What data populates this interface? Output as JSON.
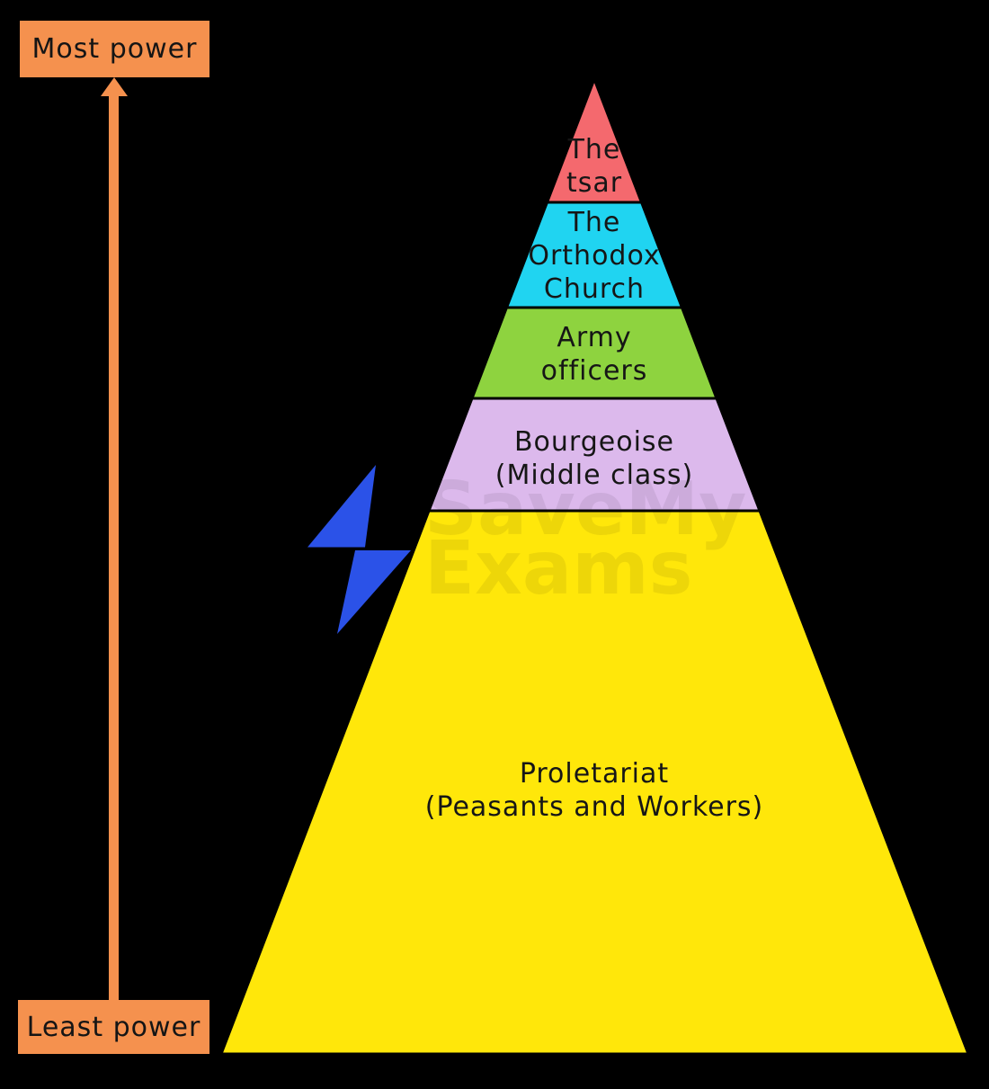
{
  "canvas": {
    "background": "#000000"
  },
  "power_scale": {
    "most_label": "Most power",
    "least_label": "Least power",
    "box_color": "#F5914E",
    "arrow_color": "#F5914E",
    "text_color": "#151515"
  },
  "pyramid": {
    "type": "hierarchy-pyramid",
    "outline_color": "#000000",
    "text_color": "#161616",
    "levels": [
      {
        "rank": 1,
        "label": "The\ntsar",
        "color": "#F4696E"
      },
      {
        "rank": 2,
        "label": "The\nOrthodox\nChurch",
        "color": "#20D4F1"
      },
      {
        "rank": 3,
        "label": "Army\nofficers",
        "color": "#8ED33F"
      },
      {
        "rank": 4,
        "label": "Bourgeoise\n(Middle class)",
        "color": "#DCB9EC"
      },
      {
        "rank": 5,
        "label": "Proletariat\n(Peasants and Workers)",
        "color": "#FFE70A"
      }
    ]
  },
  "watermark": {
    "line1": "SaveMy",
    "line2": "Exams",
    "color": "rgba(0,0,0,0.07)"
  },
  "logo": {
    "name": "lightning-bolt",
    "color": "#2B52E8"
  }
}
